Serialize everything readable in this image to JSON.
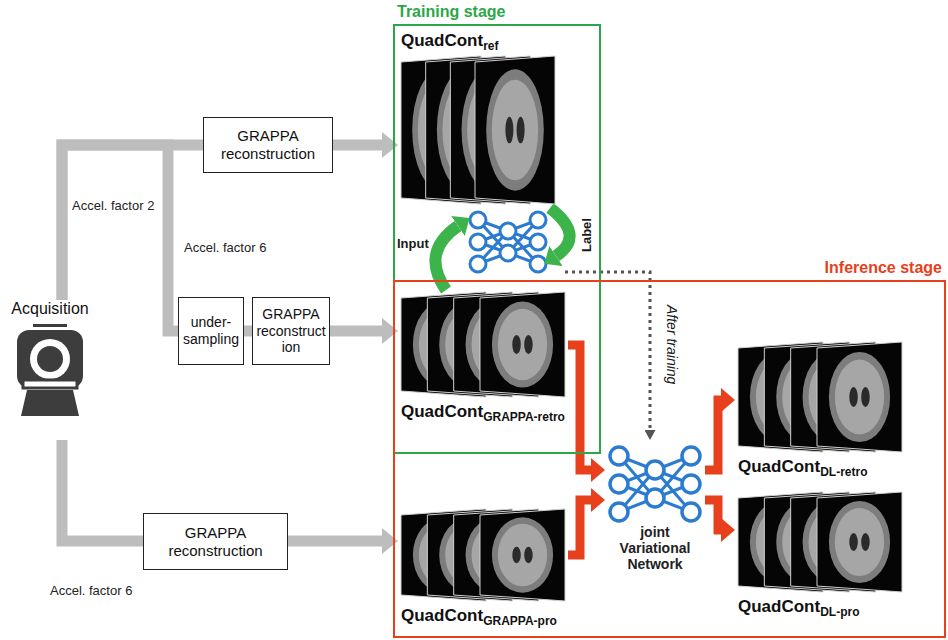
{
  "diagram": {
    "nodes": [
      {
        "text": [
          "Acquisition"
        ]
      },
      {
        "text": [
          "GRAPPA reconstruction"
        ]
      },
      {
        "text": [
          "under-sampling"
        ]
      },
      {
        "text": [
          "GRAPPA reconstruction"
        ]
      },
      {
        "text": [
          "GRAPPA reconstruction"
        ]
      },
      {
        "text": [
          "Training stage"
        ]
      },
      {
        "text": [
          "QuadCont",
          "ref"
        ],
        "in": 5
      },
      {
        "text": [
          "QuadCont",
          "GRAPPA-retro"
        ],
        "in": 5
      },
      {
        "text": [
          "Inference stage"
        ]
      },
      {
        "text": [
          "QuadCont",
          "GRAPPA-pro"
        ],
        "in": 8
      },
      {
        "text": [
          "joint Variational Network"
        ],
        "in": 8
      },
      {
        "text": [
          "QuadCont",
          "DL-retro"
        ],
        "in": 8
      },
      {
        "text": [
          "QuadCont",
          "DL-pro"
        ],
        "in": 8
      }
    ],
    "edges": [
      {
        "from": 0,
        "to": 1,
        "label": "Accel. factor 2",
        "arrow": "none"
      },
      {
        "from": 1,
        "to": 6,
        "arrow": "to"
      },
      {
        "from": 0,
        "to": 2,
        "label": "Accel. factor 6",
        "arrow": "none"
      },
      {
        "from": 2,
        "to": 3,
        "arrow": "none"
      },
      {
        "from": 3,
        "to": 7,
        "arrow": "to"
      },
      {
        "from": 0,
        "to": 4,
        "label": "Accel. factor 6",
        "arrow": "none"
      },
      {
        "from": 4,
        "to": 9,
        "arrow": "to"
      },
      {
        "from": 7,
        "to": 10,
        "arrow": "to"
      },
      {
        "from": 9,
        "to": 10,
        "arrow": "to"
      },
      {
        "from": 10,
        "to": 11,
        "arrow": "to"
      },
      {
        "from": 10,
        "to": 12,
        "arrow": "to"
      }
    ],
    "labels": [
      "Input",
      "Label",
      "After training"
    ]
  }
}
